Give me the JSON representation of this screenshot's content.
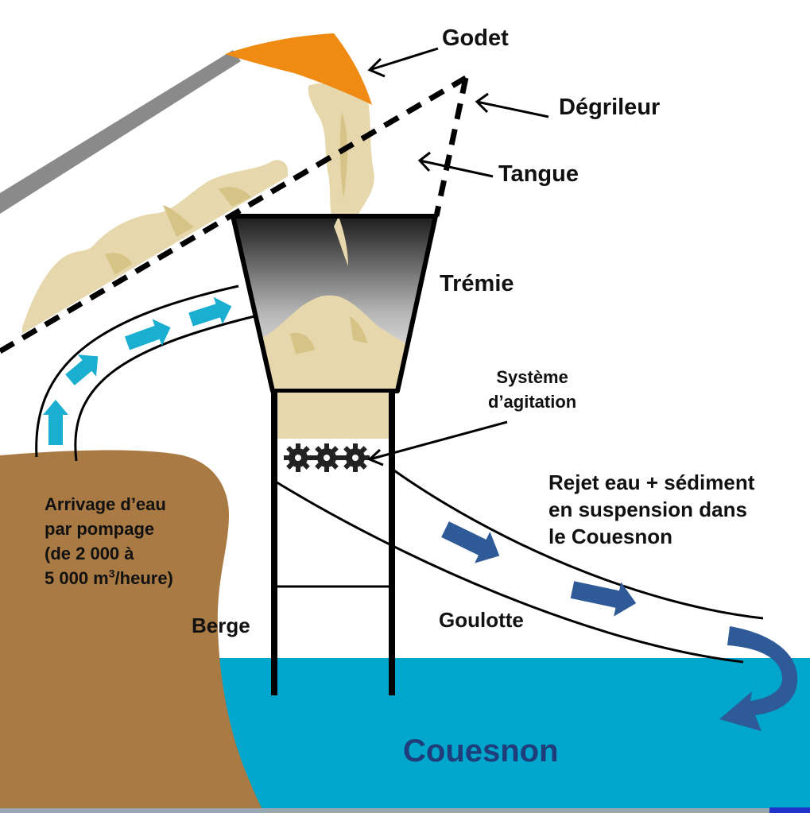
{
  "labels": {
    "godet": "Godet",
    "degrileur": "Dégrileur",
    "tangue": "Tangue",
    "tremie": "Trémie",
    "systeme_line1": "Système",
    "systeme_line2": "d’agitation",
    "rejet_line1": "Rejet eau + sédiment",
    "rejet_line2": "en suspension dans",
    "rejet_line3": "le Couesnon",
    "arrivage_line1": "Arrivage d’eau",
    "arrivage_line2": "par pompage",
    "arrivage_line3": "(de 2 000 à",
    "arrivage_line4_prefix": "5 000 m",
    "arrivage_line4_sup": "3",
    "arrivage_line4_suffix": "/heure)",
    "berge": "Berge",
    "goulotte": "Goulotte",
    "couesnon": "Couesnon"
  },
  "colors": {
    "water": "#00a6cb",
    "bank": "#a97a44",
    "sediment": "#e6d8ac",
    "sediment_shade": "#d6c486",
    "bucket": "#ef8a12",
    "conveyor": "#8a8a8a",
    "inflow_arrows": "#1aaed0",
    "outflow_arrows": "#2e5a98",
    "river_text": "#1f3d7a"
  }
}
